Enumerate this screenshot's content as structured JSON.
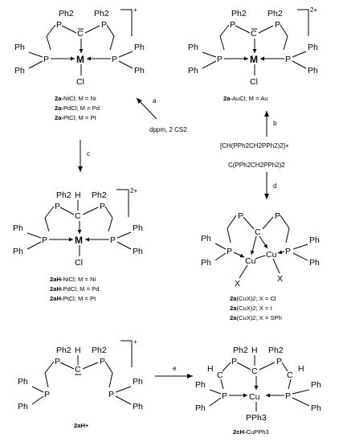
{
  "compounds": {
    "c2a": {
      "charge": "+",
      "captions": [
        {
          "bold": "2a-",
          "rest": "NiCl; M = Ni"
        },
        {
          "bold": "2a-",
          "rest": "PdCl; M = Pd"
        },
        {
          "bold": "2a-",
          "rest": "PtCl; M = Pt"
        }
      ]
    },
    "c2aAu": {
      "charge": "2+",
      "captions": [
        {
          "bold": "2a-",
          "rest": "AuCl; M = Au"
        }
      ]
    },
    "c2aH": {
      "charge": "2+",
      "captions": [
        {
          "bold": "2aH-",
          "rest": "NiCl; M = Ni"
        },
        {
          "bold": "2aH-",
          "rest": "PdCl; M = Pd"
        },
        {
          "bold": "2aH-",
          "rest": "PtCl; M = Pt"
        }
      ]
    },
    "c2aCu": {
      "captions": [
        {
          "bold": "2a",
          "rest": "(CuX)2; X = Cl"
        },
        {
          "bold": "2a",
          "rest": "(CuX)2; X = I"
        },
        {
          "bold": "2a",
          "rest": "(CuX)2; X = SPh"
        }
      ]
    },
    "c2aHplus": {
      "charge": "+",
      "caption": "2aH+"
    },
    "c2cH": {
      "caption_bold": "2cH-",
      "caption_rest": "CuPPh3"
    }
  },
  "reagents": {
    "a_letter": "a",
    "a_text": "dppm, 2 CS2",
    "b_letter": "b",
    "b_text": "[CH(PPh2CH2PPh2)2]+",
    "c_letter": "c",
    "d_letter": "d",
    "d_text": "C(PPh2CH2PPh2)2",
    "e_letter": "e"
  },
  "atoms": {
    "ph": "Ph",
    "ph2": "Ph2",
    "p": "P",
    "c": "C",
    "m": "M",
    "cl": "Cl",
    "cu": "Cu",
    "x": "X",
    "h": "H",
    "pph3": "PPh3"
  }
}
